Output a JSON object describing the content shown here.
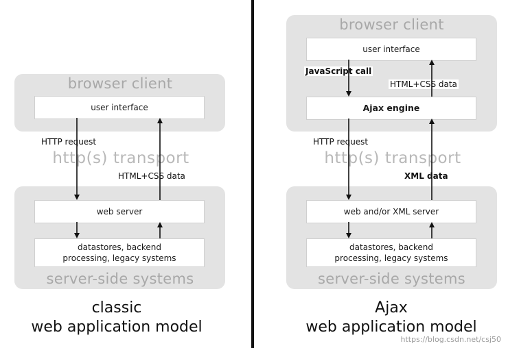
{
  "classic": {
    "browser_label": "browser client",
    "ui_box": "user interface",
    "request_label": "HTTP request",
    "transport_label": "http(s) transport",
    "response_label": "HTML+CSS data",
    "server_box": "web server",
    "datastore_line1": "datastores, backend",
    "datastore_line2": "processing, legacy systems",
    "server_label": "server-side systems",
    "caption_line1": "classic",
    "caption_line2": "web application model"
  },
  "ajax": {
    "browser_label": "browser client",
    "ui_box": "user interface",
    "js_call_label": "JavaScript call",
    "html_css_label": "HTML+CSS data",
    "engine_box": "Ajax engine",
    "request_label": "HTTP request",
    "transport_label": "http(s) transport",
    "xml_label": "XML data",
    "server_box": "web and/or XML server",
    "datastore_line1": "datastores, backend",
    "datastore_line2": "processing, legacy systems",
    "server_label": "server-side systems",
    "caption_line1": "Ajax",
    "caption_line2": "web application model"
  },
  "watermark": "https://blog.csdn.net/csj50",
  "colors": {
    "panel": "#e3e3e3",
    "panel_label": "#a8a8a8",
    "divider": "#111111"
  }
}
